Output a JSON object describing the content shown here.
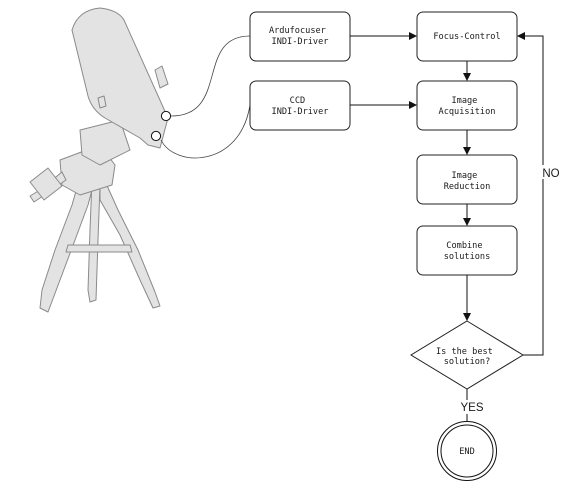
{
  "colors": {
    "telescope_fill": "#e3e3e3",
    "telescope_outline": "#8a8a8a",
    "stroke": "#111111",
    "background": "#ffffff"
  },
  "drivers": {
    "ardufocuser": [
      "Ardufocuser",
      "INDI-Driver"
    ],
    "ccd": [
      "CCD",
      "INDI-Driver"
    ]
  },
  "steps": {
    "focus_control": [
      "Focus-Control"
    ],
    "image_acquisition": [
      "Image",
      "Acquisition"
    ],
    "image_reduction": [
      "Image",
      "Reduction"
    ],
    "combine_solutions": [
      "Combine",
      "solutions"
    ]
  },
  "decision": [
    "Is the best",
    "solution?"
  ],
  "edge_labels": {
    "no": "NO",
    "yes": "YES"
  },
  "end": "END",
  "icons": [
    "telescope-illustration"
  ]
}
